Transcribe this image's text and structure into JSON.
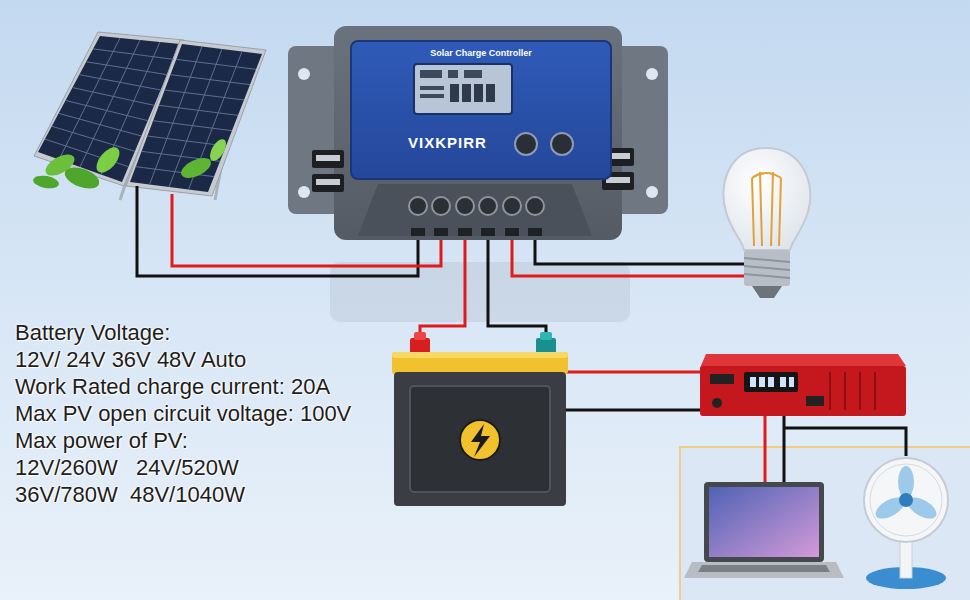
{
  "diagram": {
    "nodes": [
      {
        "text": [
          "Solar Charge Controller",
          "VIXKPIRR"
        ]
      }
    ],
    "labels": [
      "Battery Voltage:",
      "12V/ 24V 36V 48V Auto",
      "Work Rated charge current: 20A",
      "Max PV open circuit voltage: 100V",
      "Max power of PV:",
      "12V/260W   24V/520W",
      "36V/780W  48V/1040W"
    ]
  }
}
